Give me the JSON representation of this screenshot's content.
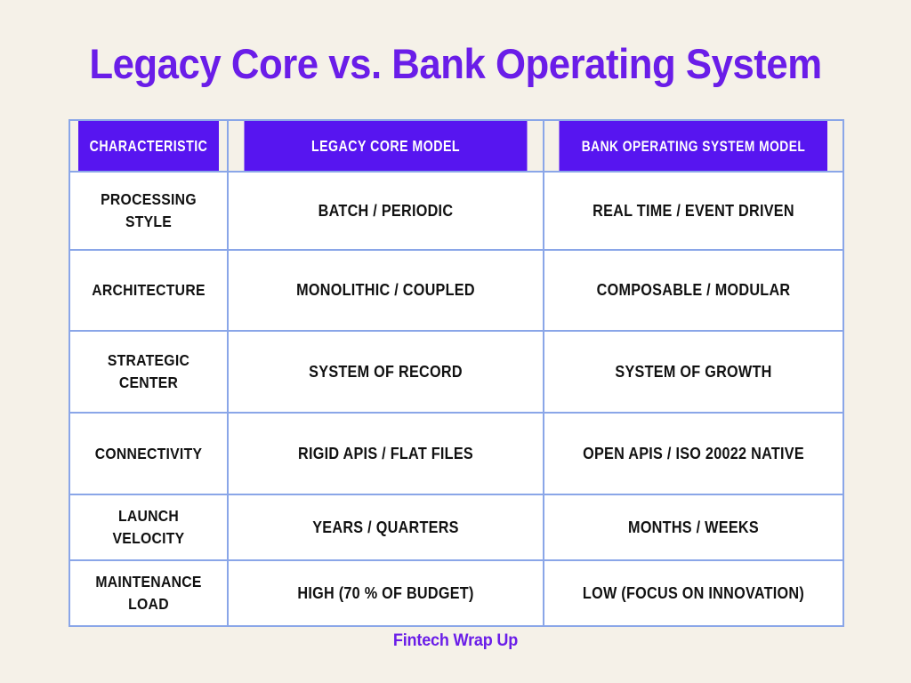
{
  "meta": {
    "background_color": "#f5f1e8",
    "accent_purple": "#6a1de8",
    "header_fill": "#5715f0",
    "grid_line_color": "#8aa6e8",
    "cell_fill": "#ffffff",
    "body_text_color": "#111111"
  },
  "title": "Legacy Core vs. Bank Operating System",
  "table": {
    "headers": [
      "CHARACTERISTIC",
      "LEGACY CORE MODEL",
      "BANK OPERATING SYSTEM MODEL"
    ],
    "rows": [
      {
        "characteristic": "PROCESSING\nSTYLE",
        "legacy": "BATCH / PERIODIC",
        "bos": "REAL TIME / EVENT DRIVEN"
      },
      {
        "characteristic": "ARCHITECTURE",
        "legacy": "MONOLITHIC / COUPLED",
        "bos": "COMPOSABLE / MODULAR"
      },
      {
        "characteristic": "STRATEGIC CENTER",
        "legacy": "SYSTEM OF RECORD",
        "bos": "SYSTEM OF GROWTH"
      },
      {
        "characteristic": "CONNECTIVITY",
        "legacy": "RIGID APIS / FLAT FILES",
        "bos": "OPEN APIS / ISO 20022 NATIVE"
      },
      {
        "characteristic": "LAUNCH VELOCITY",
        "legacy": "YEARS / QUARTERS",
        "bos": "MONTHS / WEEKS"
      },
      {
        "characteristic": "MAINTENANCE\nLOAD",
        "legacy": "HIGH (70 % OF BUDGET)",
        "bos": "LOW (FOCUS ON INNOVATION)"
      }
    ]
  },
  "footer": {
    "brand": "Fintech Wrap Up"
  }
}
